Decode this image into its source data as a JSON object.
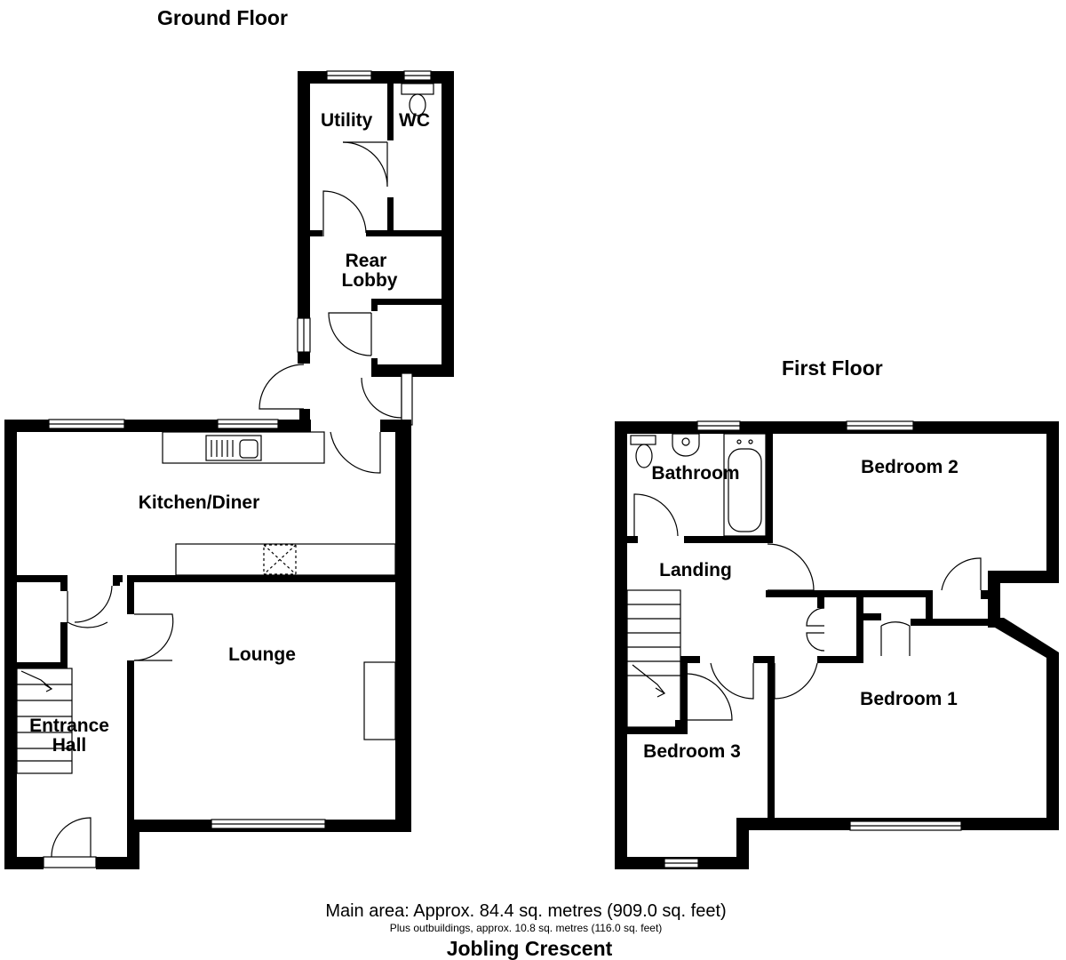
{
  "headings": {
    "ground_floor": "Ground Floor",
    "first_floor": "First Floor"
  },
  "rooms": {
    "utility": "Utility",
    "wc": "WC",
    "rear_lobby_line1": "Rear",
    "rear_lobby_line2": "Lobby",
    "kitchen_diner": "Kitchen/Diner",
    "lounge": "Lounge",
    "entrance_hall_line1": "Entrance",
    "entrance_hall_line2": "Hall",
    "bathroom": "Bathroom",
    "bedroom_2": "Bedroom 2",
    "landing": "Landing",
    "bedroom_1": "Bedroom 1",
    "bedroom_3": "Bedroom 3"
  },
  "footer": {
    "main_area": "Main area: Approx. 84.4 sq. metres (909.0 sq. feet)",
    "outbuildings": "Plus outbuildings, approx. 10.8 sq. metres (116.0 sq. feet)",
    "property_name": "Jobling Crescent"
  }
}
